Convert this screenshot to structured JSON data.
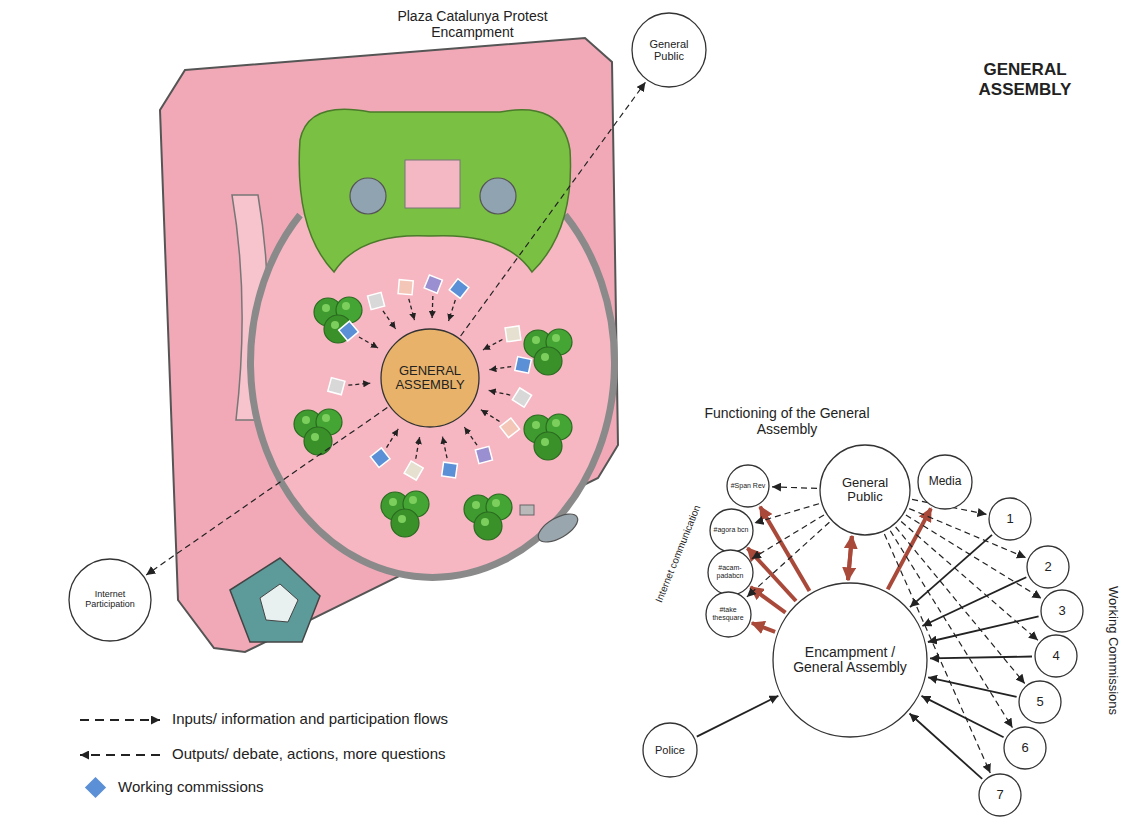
{
  "diagram": {
    "title": "GENERAL ASSEMBLY",
    "nodes": [
      {
        "text": [
          "General Public"
        ]
      },
      {
        "text": [
          "GENERAL ASSEMBLY"
        ]
      },
      {
        "text": [
          "Internet Participation"
        ]
      },
      {
        "text": [
          "#Span Rev"
        ]
      },
      {
        "text": [
          "Media"
        ]
      },
      {
        "text": [
          "General Public"
        ]
      },
      {
        "text": [
          "#agora bcn"
        ]
      },
      {
        "text": [
          "#acam-padabcn"
        ]
      },
      {
        "text": [
          "#take thesquare"
        ]
      },
      {
        "text": [
          "1"
        ]
      },
      {
        "text": [
          "Encampment / General Assembly"
        ]
      },
      {
        "text": [
          "2"
        ]
      },
      {
        "text": [
          "3"
        ]
      },
      {
        "text": [
          "4"
        ]
      },
      {
        "text": [
          "5"
        ]
      },
      {
        "text": [
          "6"
        ]
      },
      {
        "text": [
          "7"
        ]
      },
      {
        "text": [
          "Police"
        ]
      }
    ],
    "edges": [
      {
        "from": 1,
        "to": 0,
        "arrow": "to"
      },
      {
        "from": 1,
        "to": 2,
        "arrow": "to"
      },
      {
        "from": 10,
        "to": 3,
        "arrow": "to"
      },
      {
        "from": 10,
        "to": 6,
        "arrow": "to"
      },
      {
        "from": 10,
        "to": 7,
        "arrow": "to"
      },
      {
        "from": 10,
        "to": 8,
        "arrow": "to"
      },
      {
        "from": 5,
        "to": 3,
        "arrow": "to"
      },
      {
        "from": 5,
        "to": 6,
        "arrow": "to"
      },
      {
        "from": 5,
        "to": 7,
        "arrow": "to"
      },
      {
        "from": 5,
        "to": 8,
        "arrow": "to"
      },
      {
        "from": 10,
        "to": 5,
        "arrow": "to"
      },
      {
        "from": 5,
        "to": 10,
        "arrow": "to"
      },
      {
        "from": 10,
        "to": 4,
        "arrow": "to"
      },
      {
        "from": 9,
        "to": 10,
        "arrow": "to"
      },
      {
        "from": 11,
        "to": 10,
        "arrow": "to"
      },
      {
        "from": 12,
        "to": 10,
        "arrow": "to"
      },
      {
        "from": 13,
        "to": 10,
        "arrow": "to"
      },
      {
        "from": 14,
        "to": 10,
        "arrow": "to"
      },
      {
        "from": 15,
        "to": 10,
        "arrow": "to"
      },
      {
        "from": 16,
        "to": 10,
        "arrow": "to"
      },
      {
        "from": 5,
        "to": 9,
        "arrow": "to"
      },
      {
        "from": 5,
        "to": 11,
        "arrow": "to"
      },
      {
        "from": 5,
        "to": 12,
        "arrow": "to"
      },
      {
        "from": 5,
        "to": 13,
        "arrow": "to"
      },
      {
        "from": 5,
        "to": 14,
        "arrow": "to"
      },
      {
        "from": 5,
        "to": 15,
        "arrow": "to"
      },
      {
        "from": 5,
        "to": 16,
        "arrow": "to"
      },
      {
        "from": 17,
        "to": 10,
        "arrow": "to"
      }
    ],
    "labels": [
      "Plaza Catalunya Protest Encampment",
      "Functioning of the General Assembly",
      "Internet communication",
      "Working Commissions"
    ],
    "legend": [
      {
        "text": "Inputs/ information and participation flows"
      },
      {
        "text": "Outputs/ debate, actions, more questions"
      },
      {
        "text": "Working commissions",
        "color": "#5b8fd6"
      }
    ]
  }
}
